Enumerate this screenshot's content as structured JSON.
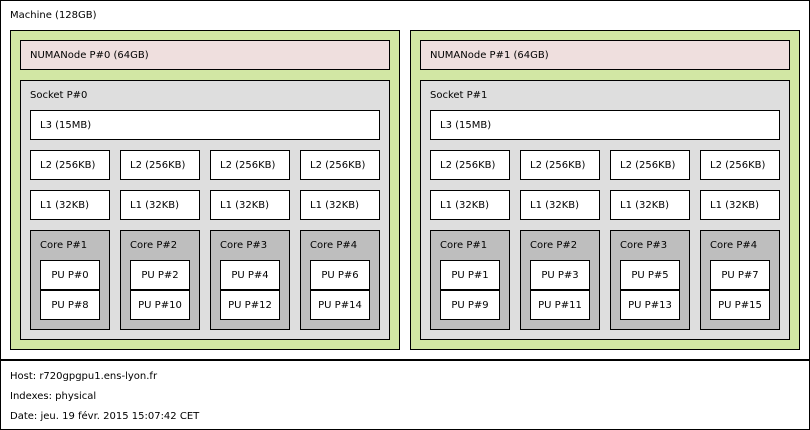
{
  "machine": {
    "label": "Machine (128GB)"
  },
  "packages": [
    {
      "numa": "NUMANode P#0 (64GB)",
      "socket": "Socket P#0",
      "l3": "L3 (15MB)",
      "l2": [
        "L2 (256KB)",
        "L2 (256KB)",
        "L2 (256KB)",
        "L2 (256KB)"
      ],
      "l1": [
        "L1 (32KB)",
        "L1 (32KB)",
        "L1 (32KB)",
        "L1 (32KB)"
      ],
      "cores": [
        {
          "label": "Core P#1",
          "pus": [
            "PU P#0",
            "PU P#8"
          ]
        },
        {
          "label": "Core P#2",
          "pus": [
            "PU P#2",
            "PU P#10"
          ]
        },
        {
          "label": "Core P#3",
          "pus": [
            "PU P#4",
            "PU P#12"
          ]
        },
        {
          "label": "Core P#4",
          "pus": [
            "PU P#6",
            "PU P#14"
          ]
        }
      ]
    },
    {
      "numa": "NUMANode P#1 (64GB)",
      "socket": "Socket P#1",
      "l3": "L3 (15MB)",
      "l2": [
        "L2 (256KB)",
        "L2 (256KB)",
        "L2 (256KB)",
        "L2 (256KB)"
      ],
      "l1": [
        "L1 (32KB)",
        "L1 (32KB)",
        "L1 (32KB)",
        "L1 (32KB)"
      ],
      "cores": [
        {
          "label": "Core P#1",
          "pus": [
            "PU P#1",
            "PU P#9"
          ]
        },
        {
          "label": "Core P#2",
          "pus": [
            "PU P#3",
            "PU P#11"
          ]
        },
        {
          "label": "Core P#3",
          "pus": [
            "PU P#5",
            "PU P#13"
          ]
        },
        {
          "label": "Core P#4",
          "pus": [
            "PU P#7",
            "PU P#15"
          ]
        }
      ]
    }
  ],
  "legend": {
    "host": "Host: r720gpgpu1.ens-lyon.fr",
    "indexes": "Indexes: physical",
    "date": "Date: jeu. 19 févr. 2015 15:07:42 CET"
  },
  "colors": {
    "group": "#d2e7a4",
    "numa": "#efdfde",
    "socket": "#dedede",
    "cache": "#ffffff",
    "core": "#bebebe",
    "pu": "#ffffff"
  }
}
